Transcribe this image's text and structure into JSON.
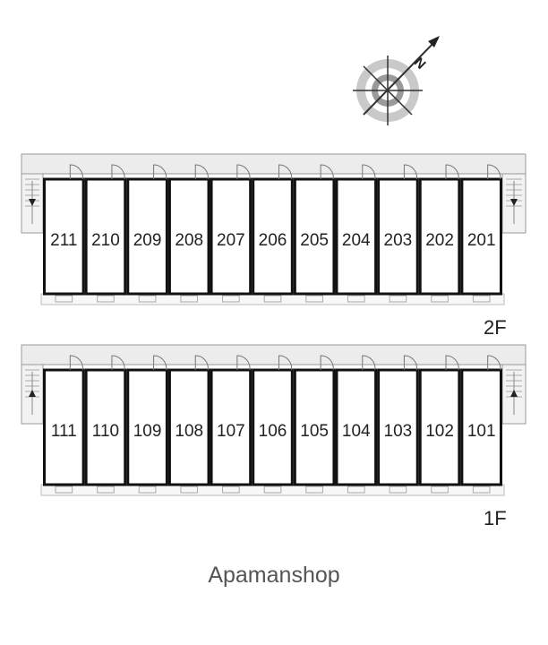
{
  "compass": {
    "north_label": "N",
    "icon": "compass-rose-icon"
  },
  "floors": [
    {
      "label": "2F",
      "units": [
        "211",
        "210",
        "209",
        "208",
        "207",
        "206",
        "205",
        "204",
        "203",
        "202",
        "201"
      ],
      "stair_direction": "down"
    },
    {
      "label": "1F",
      "units": [
        "111",
        "110",
        "109",
        "108",
        "107",
        "106",
        "105",
        "104",
        "103",
        "102",
        "101"
      ],
      "stair_direction": "up"
    }
  ],
  "brand": "Apamanshop"
}
